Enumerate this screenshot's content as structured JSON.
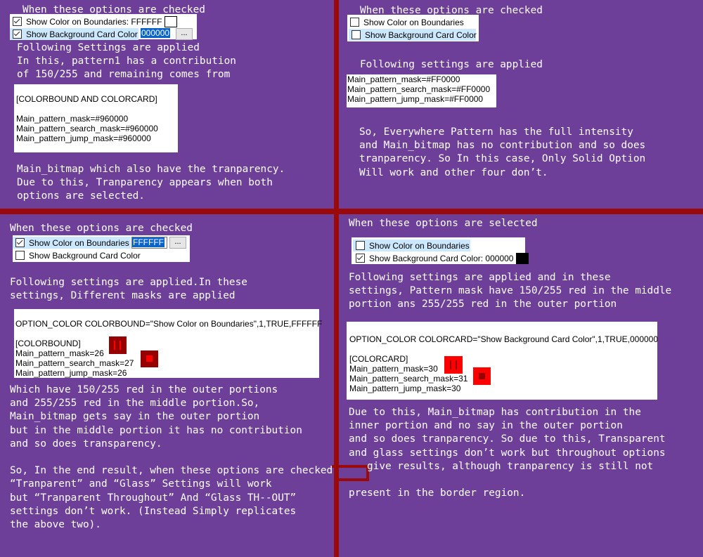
{
  "top_left": {
    "heading": "When these options are checked",
    "options": [
      {
        "label": "Show Color on Boundaries: FFFFFF",
        "checked": true,
        "selected": false
      },
      {
        "label": "Show Background Card Color",
        "checked": true,
        "selected": true,
        "value": "000000",
        "button": "..."
      }
    ],
    "para1": "Following Settings are applied\nIn this, pattern1 has a contribution\nof 150/255 and remaining comes from",
    "code": [
      "",
      "[COLORBOUND AND COLORCARD]",
      "",
      "Main_pattern_mask=#960000",
      "Main_pattern_search_mask=#960000",
      "Main_pattern_jump_mask=#960000"
    ],
    "para2": "Main_bitmap which also have the tranparency.\nDue to this, Tranparency appears when both\noptions are selected."
  },
  "top_right": {
    "heading": "When these options are checked",
    "options": [
      {
        "label": "Show Color on Boundaries",
        "checked": false,
        "selected": false
      },
      {
        "label": "Show Background Card Color",
        "checked": false,
        "selected": true
      }
    ],
    "para1": "Following settings are applied",
    "code": [
      "Main_pattern_mask=#FF0000",
      "Main_pattern_search_mask=#FF0000",
      "Main_pattern_jump_mask=#FF0000"
    ],
    "para2": "So, Everywhere Pattern has the full intensity\nand Main_bitmap has no contribution and so does\ntranparency. So In this case, Only Solid Option\nWill work and other four don’t."
  },
  "bottom_left": {
    "heading": "When these options are checked",
    "options": [
      {
        "label": "Show Color on Boundaries",
        "checked": true,
        "selected": true,
        "value": "FFFFFF",
        "button": "..."
      },
      {
        "label": "Show Background Card Color",
        "checked": false,
        "selected": false
      }
    ],
    "para1": "Following settings are applied.In these\nsettings, Different masks are applied",
    "code": [
      "",
      "OPTION_COLOR COLORBOUND=\"Show Color on Boundaries\",1,TRUE,FFFFFF",
      "",
      "[COLORBOUND]",
      "Main_pattern_mask=26",
      "Main_pattern_search_mask=27",
      "Main_pattern_jump_mask=26"
    ],
    "para2": "Which have 150/255 red in the outer portions\nand 255/255 red in the middle portion.So,\nMain_bitmap gets say in the outer portion\nbut in the middle portion it has no contribution\nand so does transparency.\n\nSo, In the end result, when these options are checked\n“Tranparent” and “Glass” Settings will work\nbut “Tranparent Throughout” And “Glass TH--OUT”\nsettings don’t work. (Instead Simply replicates\nthe above two)."
  },
  "bottom_right": {
    "heading": "When these options are selected",
    "options": [
      {
        "label": "Show Color on Boundaries",
        "checked": false,
        "selected": true
      },
      {
        "label": "Show Background Card Color: 000000",
        "checked": true,
        "selected": false
      }
    ],
    "para1": "Following settings are applied and in these\nsettings, Pattern mask have 150/255 red in the middle\nportion ans 255/255 red in the outer portion",
    "code": [
      "",
      "OPTION_COLOR COLORCARD=\"Show Background Card Color\",1,TRUE,000000",
      "",
      "[COLORCARD]",
      "Main_pattern_mask=30",
      "Main_pattern_search_mask=31",
      "Main_pattern_jump_mask=30"
    ],
    "para2": "Due to this, Main_bitmap has contribution in the\ninner portion and no say in the outer portion\nand so does tranparency. So due to this, Transparent\nand glass settings don’t work but throughout options\n   give results, although tranparency is still not\n\npresent in the border region."
  },
  "colors": {
    "background": "#6e3f99",
    "divider": "#9a0a0a",
    "dark_red": "#960000",
    "bright_red": "#ff0000",
    "highlight": "#cce8ff",
    "hex_selection": "#0a64c8"
  }
}
